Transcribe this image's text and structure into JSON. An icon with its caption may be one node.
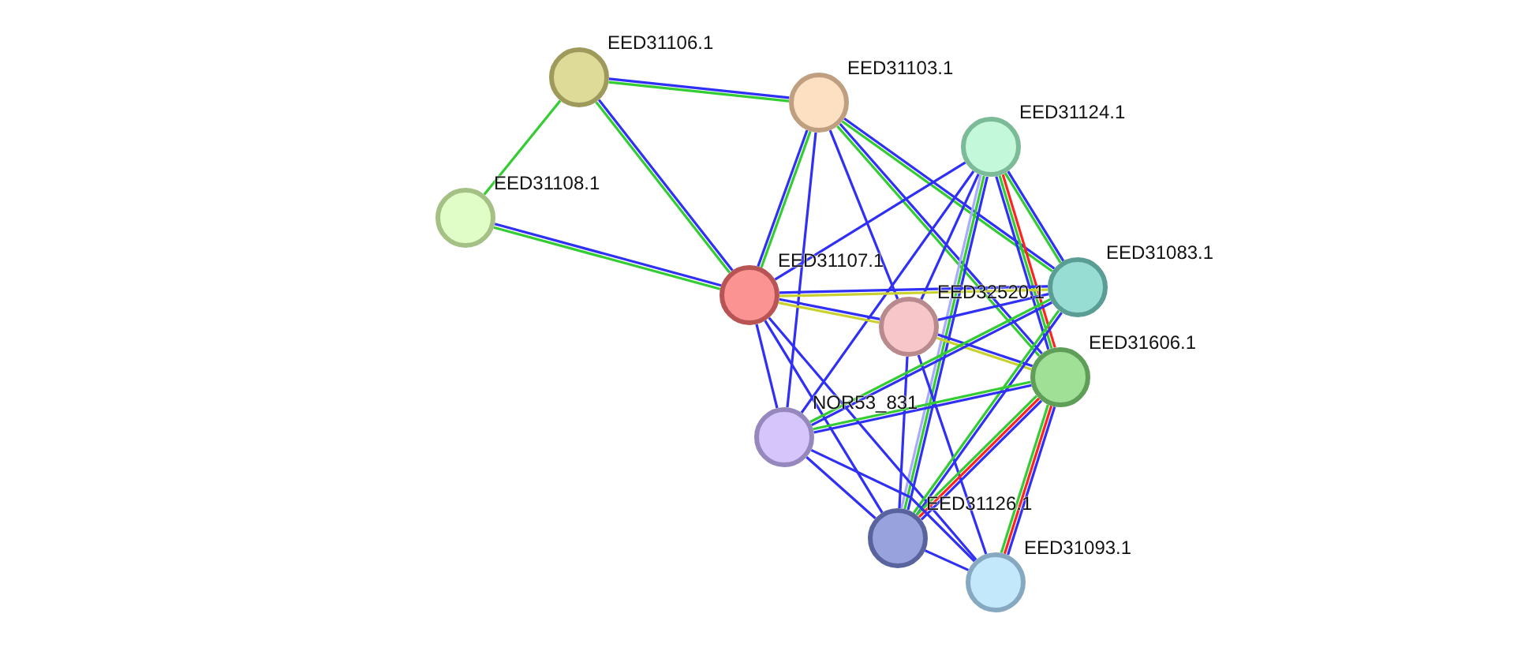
{
  "diagram": {
    "nodes": [
      {
        "text": [],
        "shape": "circle",
        "beside": [
          "EED31106.1"
        ]
      },
      {
        "text": [],
        "shape": "circle",
        "beside": [
          "EED31103.1"
        ]
      },
      {
        "text": [],
        "shape": "circle",
        "beside": [
          "EED31124.1"
        ]
      },
      {
        "text": [],
        "shape": "circle",
        "beside": [
          "EED31108.1"
        ]
      },
      {
        "text": [],
        "shape": "circle",
        "beside": [
          "EED31107.1"
        ]
      },
      {
        "text": [],
        "shape": "circle",
        "beside": [
          "EED31083.1"
        ]
      },
      {
        "text": [],
        "shape": "circle",
        "beside": [
          "EED32520.1"
        ]
      },
      {
        "text": [],
        "shape": "circle",
        "beside": [
          "EED31606.1"
        ]
      },
      {
        "text": [],
        "shape": "circle",
        "beside": [
          "NOR53_831"
        ]
      },
      {
        "text": [],
        "shape": "circle",
        "beside": [
          "EED31126.1"
        ]
      },
      {
        "text": [],
        "shape": "circle",
        "beside": [
          "EED31093.1"
        ]
      }
    ],
    "edges": [
      {
        "from": 0,
        "to": 1,
        "arrow": "none"
      },
      {
        "from": 0,
        "to": 1,
        "arrow": "none",
        "color": "#33cc33"
      },
      {
        "from": 0,
        "to": 3,
        "arrow": "none",
        "color": "#33cc33"
      },
      {
        "from": 0,
        "to": 4,
        "arrow": "none"
      },
      {
        "from": 0,
        "to": 4,
        "arrow": "none",
        "color": "#33cc33"
      },
      {
        "from": 3,
        "to": 4,
        "arrow": "none"
      },
      {
        "from": 3,
        "to": 4,
        "arrow": "none",
        "color": "#33cc33"
      },
      {
        "from": 1,
        "to": 4,
        "arrow": "none",
        "color": "#33cc33"
      },
      {
        "from": 1,
        "to": 4,
        "arrow": "none"
      },
      {
        "from": 1,
        "to": 8,
        "arrow": "none"
      },
      {
        "from": 1,
        "to": 6,
        "arrow": "none"
      },
      {
        "from": 1,
        "to": 5,
        "arrow": "none"
      },
      {
        "from": 1,
        "to": 5,
        "arrow": "none",
        "color": "#33cc33"
      },
      {
        "from": 1,
        "to": 7,
        "arrow": "none"
      },
      {
        "from": 1,
        "to": 7,
        "arrow": "none",
        "color": "#33cc33"
      },
      {
        "from": 2,
        "to": 4,
        "arrow": "none"
      },
      {
        "from": 2,
        "to": 5,
        "arrow": "none"
      },
      {
        "from": 2,
        "to": 5,
        "arrow": "none",
        "color": "#33cc33"
      },
      {
        "from": 2,
        "to": 7,
        "arrow": "none",
        "color": "#ff2222"
      },
      {
        "from": 2,
        "to": 7,
        "arrow": "none",
        "color": "#33cc33"
      },
      {
        "from": 2,
        "to": 7,
        "arrow": "none"
      },
      {
        "from": 2,
        "to": 6,
        "arrow": "none"
      },
      {
        "from": 2,
        "to": 8,
        "arrow": "none"
      },
      {
        "from": 2,
        "to": 9,
        "arrow": "none"
      },
      {
        "from": 2,
        "to": 9,
        "arrow": "none",
        "color": "#33cc33"
      },
      {
        "from": 2,
        "to": 9,
        "arrow": "none",
        "color": "#aaaaff"
      },
      {
        "from": 4,
        "to": 5,
        "arrow": "none"
      },
      {
        "from": 4,
        "to": 5,
        "arrow": "none",
        "color": "#c8d12e"
      },
      {
        "from": 4,
        "to": 6,
        "arrow": "none"
      },
      {
        "from": 4,
        "to": 6,
        "arrow": "none",
        "color": "#c8d12e"
      },
      {
        "from": 4,
        "to": 8,
        "arrow": "none"
      },
      {
        "from": 4,
        "to": 9,
        "arrow": "none"
      },
      {
        "from": 4,
        "to": 10,
        "arrow": "none"
      },
      {
        "from": 6,
        "to": 5,
        "arrow": "none"
      },
      {
        "from": 6,
        "to": 7,
        "arrow": "none"
      },
      {
        "from": 6,
        "to": 7,
        "arrow": "none",
        "color": "#c8d12e"
      },
      {
        "from": 6,
        "to": 9,
        "arrow": "none"
      },
      {
        "from": 6,
        "to": 10,
        "arrow": "none"
      },
      {
        "from": 5,
        "to": 8,
        "arrow": "none"
      },
      {
        "from": 5,
        "to": 8,
        "arrow": "none",
        "color": "#33cc33"
      },
      {
        "from": 5,
        "to": 9,
        "arrow": "none"
      },
      {
        "from": 5,
        "to": 9,
        "arrow": "none",
        "color": "#33cc33"
      },
      {
        "from": 7,
        "to": 8,
        "arrow": "none"
      },
      {
        "from": 7,
        "to": 8,
        "arrow": "none",
        "color": "#33cc33"
      },
      {
        "from": 7,
        "to": 9,
        "arrow": "none"
      },
      {
        "from": 7,
        "to": 9,
        "arrow": "none",
        "color": "#ff2222"
      },
      {
        "from": 7,
        "to": 9,
        "arrow": "none",
        "color": "#33cc33"
      },
      {
        "from": 7,
        "to": 10,
        "arrow": "none"
      },
      {
        "from": 7,
        "to": 10,
        "arrow": "none",
        "color": "#ff2222"
      },
      {
        "from": 7,
        "to": 10,
        "arrow": "none",
        "color": "#33cc33"
      },
      {
        "from": 8,
        "to": 9,
        "arrow": "none"
      },
      {
        "from": 8,
        "to": 10,
        "arrow": "none"
      },
      {
        "from": 9,
        "to": 10,
        "arrow": "none"
      }
    ]
  }
}
